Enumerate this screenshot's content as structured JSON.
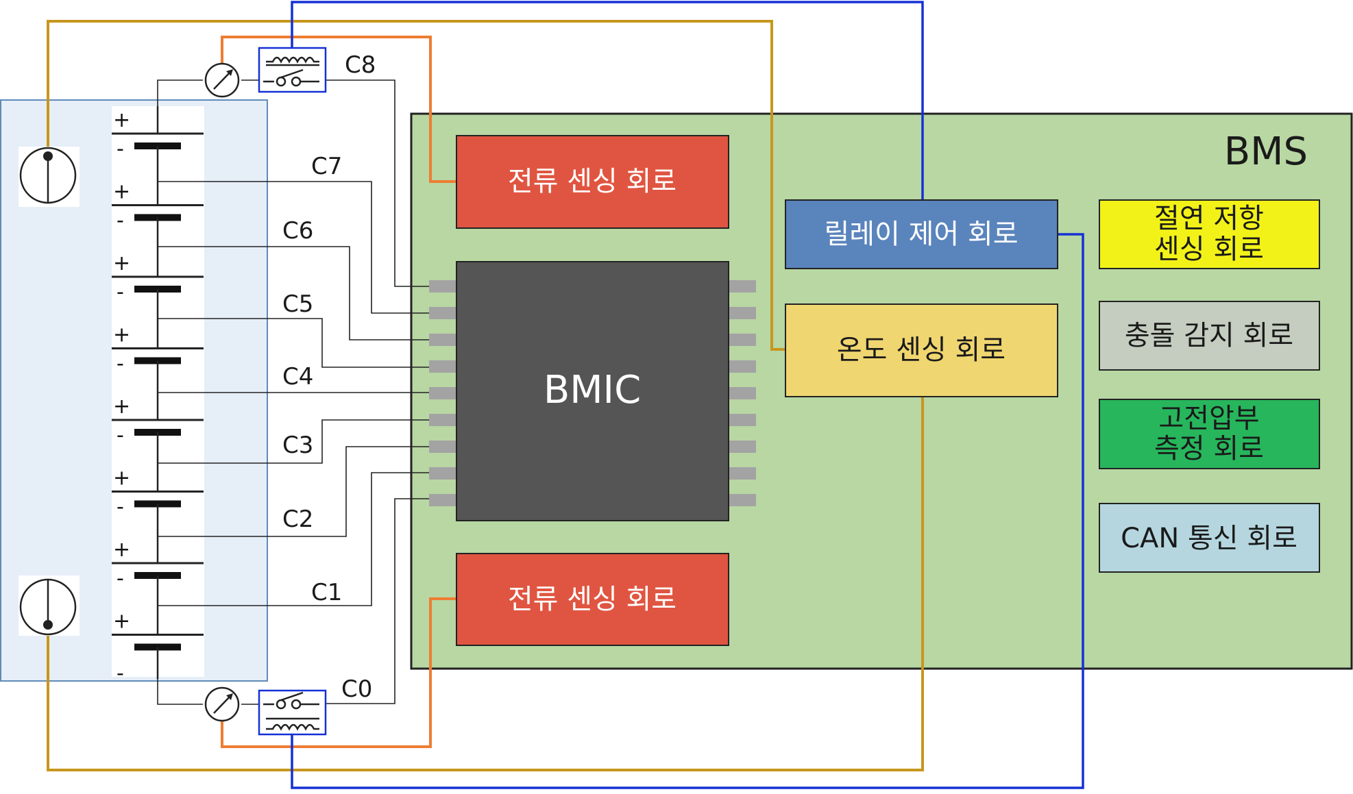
{
  "colors": {
    "battery_panel": "#e6eef8",
    "battery_border": "#5f8ab8",
    "bms_board": "#b8d7a3",
    "current_sense": "#e05541",
    "relay_ctrl": "#5a84bc",
    "temp_sense": "#f0d670",
    "insulation": "#f2f219",
    "collision": "#c4cdbf",
    "hv_measure": "#27b65c",
    "can": "#b5d6df",
    "bmic": "#555555",
    "pin": "#a3a3a3",
    "wire_orange": "#ee7d33",
    "wire_gold": "#c8961d",
    "wire_blue": "#1530d6",
    "wire_black": "#222222"
  },
  "board": {
    "title": "BMS"
  },
  "bmic": {
    "label": "BMIC"
  },
  "boxes": {
    "current_top": "전류 센싱 회로",
    "current_bottom": "전류 센싱 회로",
    "relay": "릴레이 제어 회로",
    "temp": "온도 센싱 회로",
    "insulation_l1": "절연 저항",
    "insulation_l2": "센싱 회로",
    "collision": "충돌 감지 회로",
    "hv_l1": "고전압부",
    "hv_l2": "측정 회로",
    "can": "CAN 통신 회로"
  },
  "cell_taps": [
    "C8",
    "C7",
    "C6",
    "C5",
    "C4",
    "C3",
    "C2",
    "C1",
    "C0"
  ],
  "polarity": {
    "plus": "+",
    "minus": "-"
  }
}
